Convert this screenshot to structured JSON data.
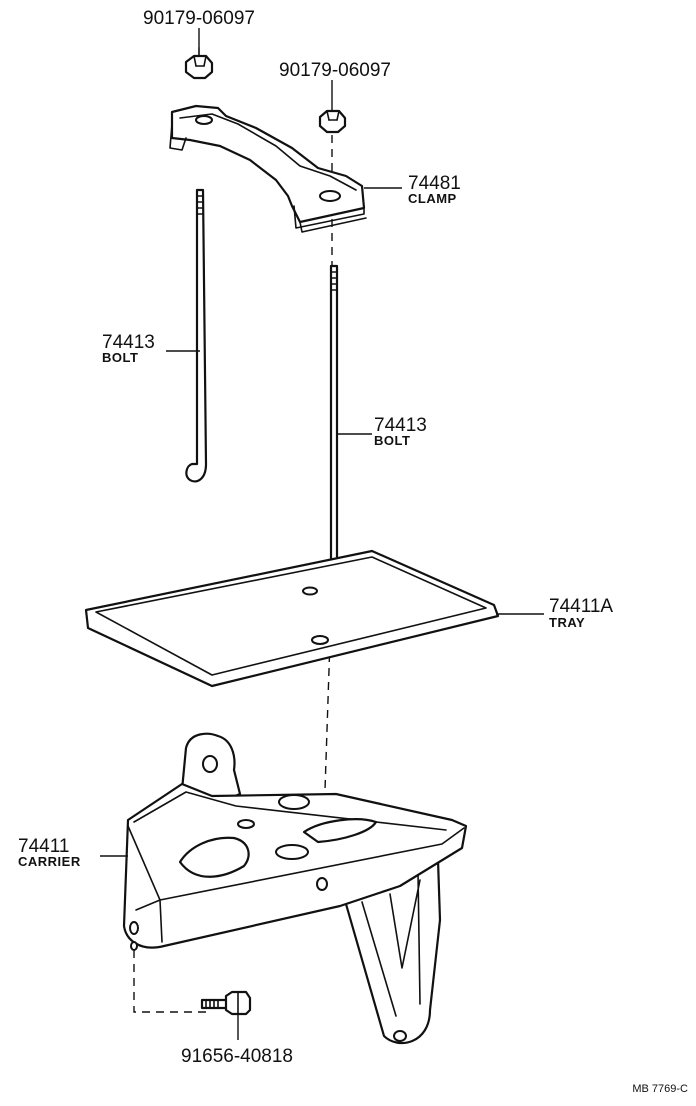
{
  "parts": {
    "nut_left": {
      "number": "90179-06097"
    },
    "nut_right": {
      "number": "90179-06097"
    },
    "clamp": {
      "number": "74481",
      "name": "CLAMP"
    },
    "bolt_left": {
      "number": "74413",
      "name": "BOLT"
    },
    "bolt_right": {
      "number": "74413",
      "name": "BOLT"
    },
    "tray": {
      "number": "74411A",
      "name": "TRAY"
    },
    "carrier": {
      "number": "74411",
      "name": "CARRIER"
    },
    "carrier_bolt": {
      "number": "91656-40818"
    }
  },
  "figure_code": "MB  7769-C"
}
